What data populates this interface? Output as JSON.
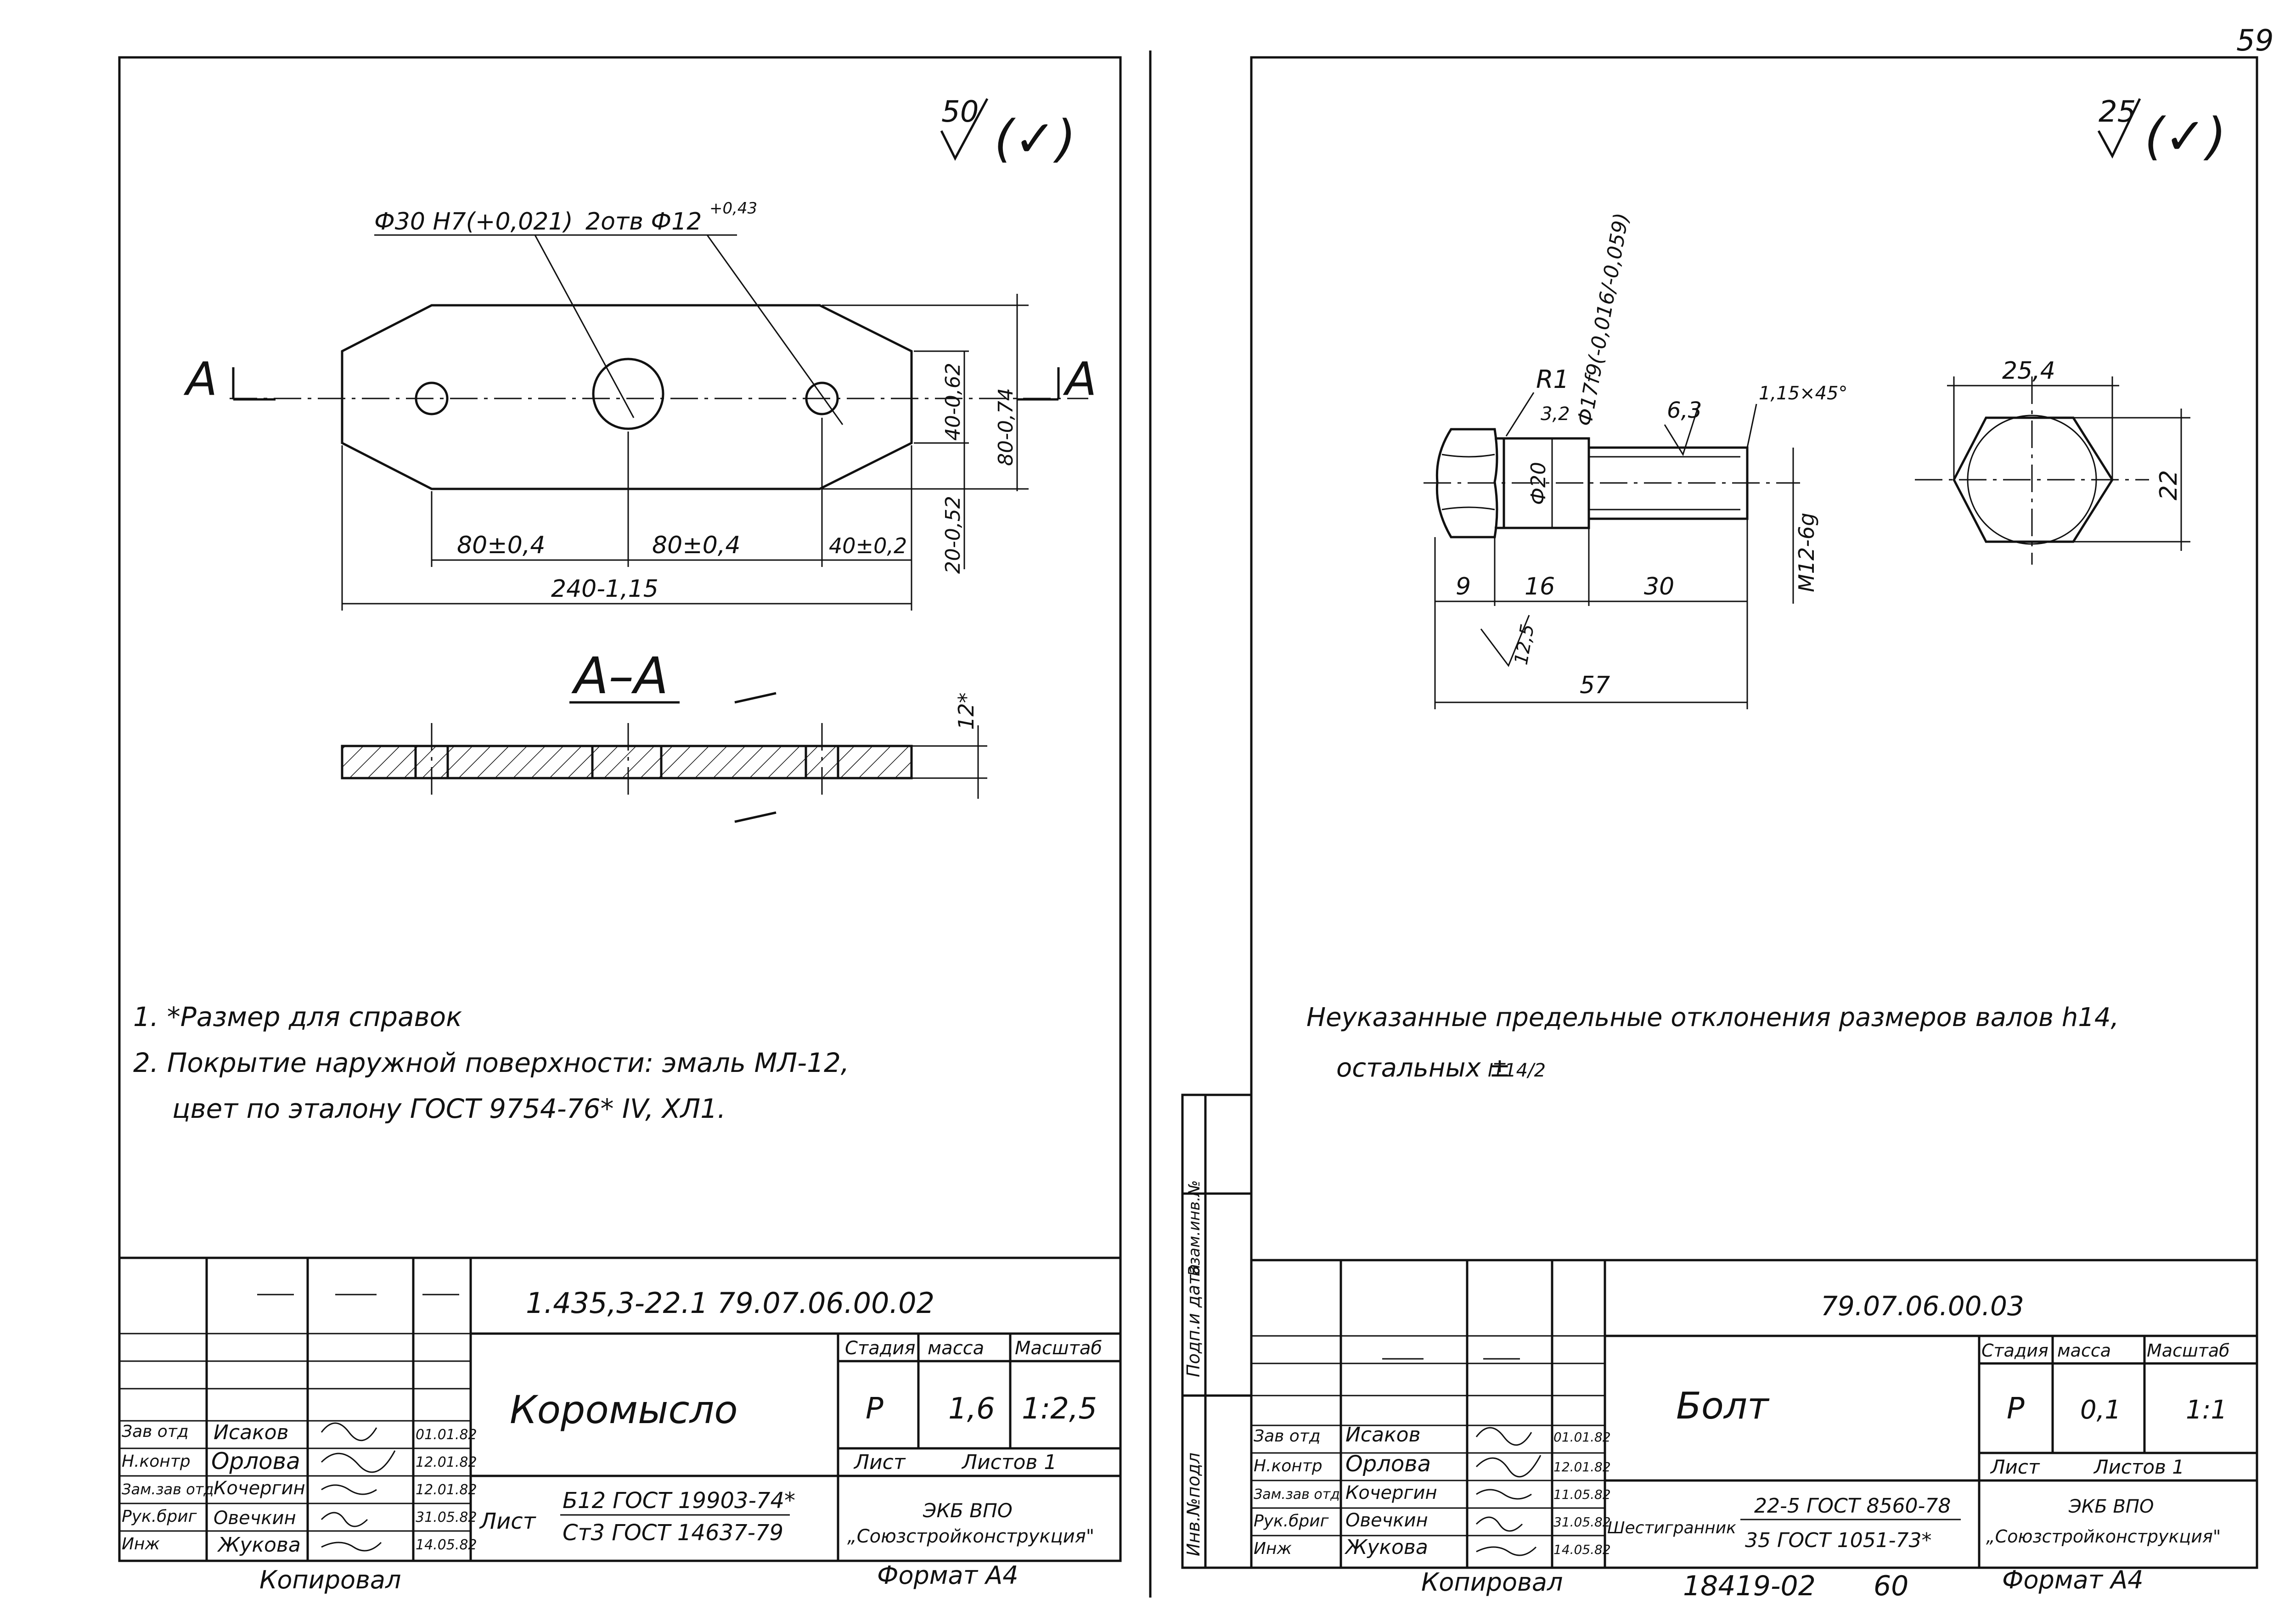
{
  "page_number": "59",
  "left_sheet": {
    "roughness": {
      "value": "50",
      "symbol": "(✓)"
    },
    "callouts": {
      "hole_big": "Ф30 H7(+0,021)",
      "holes_small": "2отв Ф12",
      "holes_small_tol": "+0,43"
    },
    "section_letter_left": "A",
    "section_letter_right": "A",
    "dims": {
      "pitch1": "80±0,4",
      "pitch2": "80±0,4",
      "end": "40±0,2",
      "length": "240-1,15",
      "half_height": "40-0,62",
      "height": "80-0,74",
      "chamfer": "20-0,52",
      "thickness": "12*"
    },
    "section_title": "A–A",
    "notes": [
      "1. *Размер для справок",
      "2. Покрытие наружной поверхности: эмаль МЛ-12,",
      "цвет по эталону ГОСТ 9754-76* IV, ХЛ1."
    ],
    "titleblock": {
      "code": "1.435,3-22.1  79.07.06.00.02",
      "name": "Коромысло",
      "hdr_stage": "Стадия",
      "hdr_mass": "масса",
      "hdr_scale": "Масштаб",
      "stage": "Р",
      "mass": "1,6",
      "scale": "1:2,5",
      "sheet_lbl": "Лист",
      "sheets_lbl": "Листов 1",
      "material_label": "Лист",
      "material_top": "Б12 ГОСТ 19903-74*",
      "material_bottom": "Ст3 ГОСТ 14637-79",
      "org_1": "ЭКБ ВПО",
      "org_2": "„Союзстройконструкция\"",
      "roles": [
        "Зав отд",
        "Н.контр",
        "Зам.зав отд",
        "Рук.бриг",
        "Инж"
      ],
      "people": [
        "Исаков",
        "Орлова",
        "Кочергин",
        "Овечкин",
        "Жукова"
      ],
      "dates": [
        "01.01.82",
        "12.01.82",
        "12.01.82",
        "31.05.82",
        "14.05.82"
      ]
    },
    "copied": "Копировал",
    "format": "Формат А4"
  },
  "right_sheet": {
    "roughness": {
      "value": "25",
      "symbol": "(✓)"
    },
    "dims": {
      "r": "R1",
      "r_dim": "3,2",
      "shank_d": "Ф17f9(-0,016/-0,059)",
      "shank_20": "Ф20",
      "thread_root": "6,3",
      "chamfer": "1,15×45°",
      "thread": "М12-6g",
      "head": "9",
      "shank_len": "16",
      "thread_len": "30",
      "total": "57",
      "head_r": "12,5",
      "flats": "25,4",
      "across": "22"
    },
    "note_1": "Неуказанные предельные отклонения размеров валов h14,",
    "note_2": "остальных ±",
    "note_frac": "IT14/2",
    "side_stamp": [
      "Инв.№подл",
      "Подп.и дата",
      "Взам.инв.№"
    ],
    "titleblock": {
      "code": "79.07.06.00.03",
      "name": "Болт",
      "hdr_stage": "Стадия",
      "hdr_mass": "масса",
      "hdr_scale": "Масштаб",
      "stage": "Р",
      "mass": "0,1",
      "scale": "1:1",
      "sheet_lbl": "Лист",
      "sheets_lbl": "Листов 1",
      "material_label": "Шестигранник",
      "material_top": "22-5 ГОСТ 8560-78",
      "material_bottom": "35 ГОСТ 1051-73*",
      "org_1": "ЭКБ ВПО",
      "org_2": "„Союзстройконструкция\"",
      "roles": [
        "Зав отд",
        "Н.контр",
        "Зам.зав отд",
        "Рук.бриг",
        "Инж"
      ],
      "people": [
        "Исаков",
        "Орлова",
        "Кочергин",
        "Овечкин",
        "Жукова"
      ],
      "dates": [
        "01.01.82",
        "12.01.82",
        "11.05.82",
        "31.05.82",
        "14.05.82"
      ]
    },
    "copied": "Копировал",
    "archive": "18419-02",
    "archive_page": "60",
    "format": "Формат А4"
  }
}
